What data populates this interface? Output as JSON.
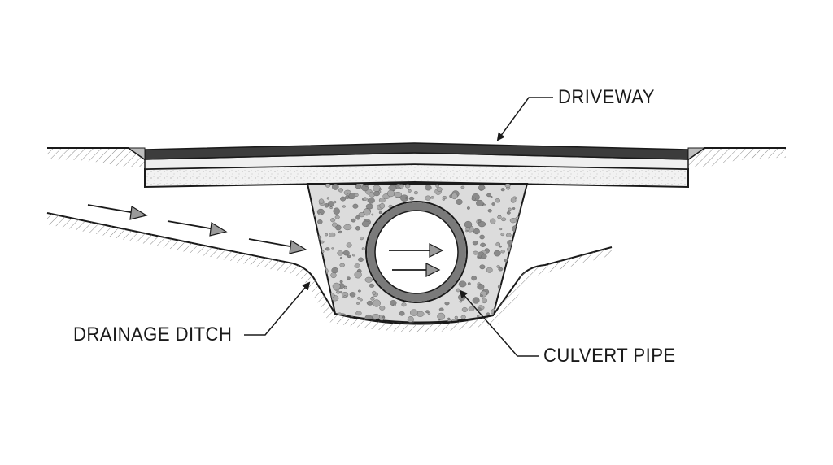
{
  "labels": {
    "driveway": "DRIVEWAY",
    "drainage_ditch": "DRAINAGE DITCH",
    "culvert_pipe": "CULVERT PIPE"
  },
  "colors": {
    "line": "#1a1a1a",
    "asphalt": "#3c3c3c",
    "base": "#f1f1f1",
    "gravel": "#d9d9d9",
    "stone": "#8a8a8a",
    "pipe": "#7a7a7a",
    "arrow": "#9a9a9a"
  }
}
